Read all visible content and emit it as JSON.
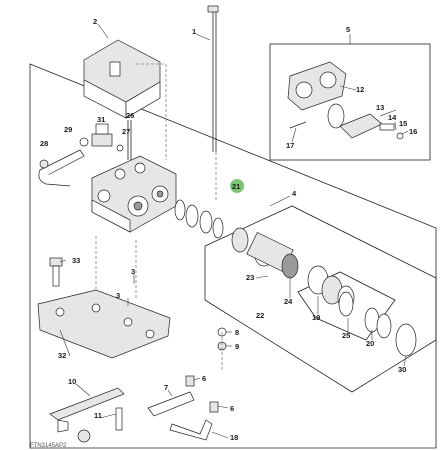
{
  "callouts": {
    "c1": "1",
    "c2": "2",
    "c3": "3",
    "c3b": "3",
    "c4": "4",
    "c5": "5",
    "c6": "6",
    "c6b": "6",
    "c7": "7",
    "c8": "8",
    "c9": "9",
    "c10": "10",
    "c11": "11",
    "c12": "12",
    "c13": "13",
    "c14": "14",
    "c15": "15",
    "c16": "16",
    "c17": "17",
    "c18": "18",
    "c19": "19",
    "c20": "20",
    "c21": "21",
    "c22": "22",
    "c23": "23",
    "c24": "24",
    "c25": "25",
    "c26": "26",
    "c27": "27",
    "c28": "28",
    "c29": "29",
    "c30": "30",
    "c31": "31",
    "c32": "32",
    "c33": "33"
  },
  "highlight_color": "#7cc576",
  "footer_code": "FTN3145AP2"
}
